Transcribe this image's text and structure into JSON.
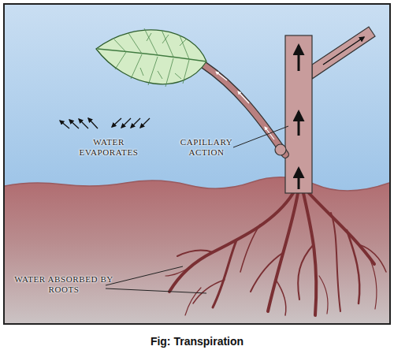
{
  "diagram": {
    "caption": "Fig: Transpiration",
    "labels": [
      "WATER EVAPORATES",
      "CAPILLARY ACTION",
      "WATER ABSORBED BY ROOTS"
    ]
  }
}
